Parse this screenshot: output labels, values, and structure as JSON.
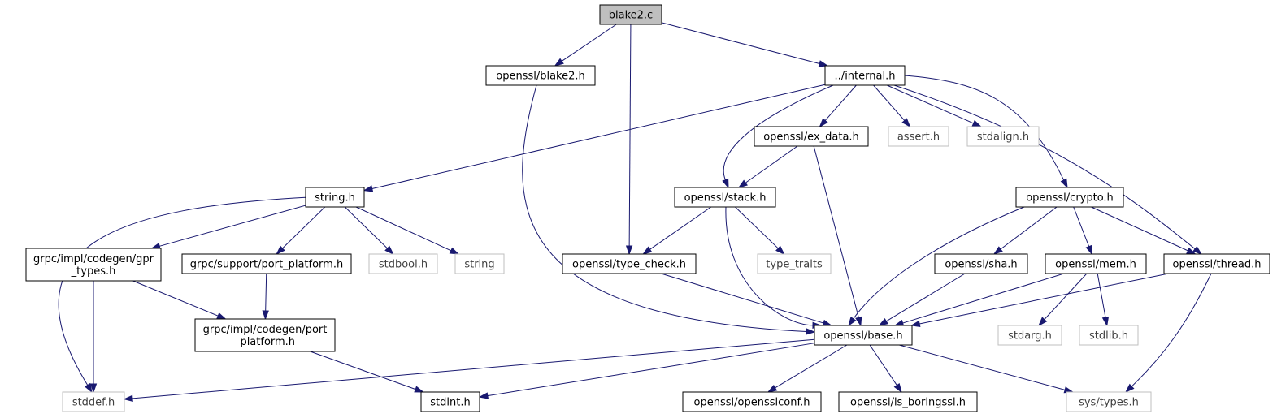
{
  "title": "blake2.c",
  "colors": {
    "edge": "#191970",
    "root_fill": "#bfbfbf",
    "solid_border": "#000000",
    "missing_border": "#bfbfbf",
    "missing_text": "#3f3f3f",
    "text": "#000000"
  },
  "nodes": [
    {
      "id": "blake2_c",
      "lines": [
        "blake2.c"
      ],
      "style": "root"
    },
    {
      "id": "openssl_blake2_h",
      "lines": [
        "openssl/blake2.h"
      ],
      "style": "solid"
    },
    {
      "id": "internal_h",
      "lines": [
        "../internal.h"
      ],
      "style": "solid"
    },
    {
      "id": "openssl_ex_data_h",
      "lines": [
        "openssl/ex_data.h"
      ],
      "style": "solid"
    },
    {
      "id": "assert_h",
      "lines": [
        "assert.h"
      ],
      "style": "missing"
    },
    {
      "id": "stdalign_h",
      "lines": [
        "stdalign.h"
      ],
      "style": "missing"
    },
    {
      "id": "string_h",
      "lines": [
        "string.h"
      ],
      "style": "solid"
    },
    {
      "id": "openssl_stack_h",
      "lines": [
        "openssl/stack.h"
      ],
      "style": "solid"
    },
    {
      "id": "openssl_crypto_h",
      "lines": [
        "openssl/crypto.h"
      ],
      "style": "solid"
    },
    {
      "id": "grpc_gpr_types_h",
      "lines": [
        "grpc/impl/codegen/gpr",
        "_types.h"
      ],
      "style": "solid"
    },
    {
      "id": "grpc_support_port_platform_h",
      "lines": [
        "grpc/support/port_platform.h"
      ],
      "style": "solid"
    },
    {
      "id": "stdbool_h",
      "lines": [
        "stdbool.h"
      ],
      "style": "missing"
    },
    {
      "id": "string",
      "lines": [
        "string"
      ],
      "style": "missing"
    },
    {
      "id": "openssl_type_check_h",
      "lines": [
        "openssl/type_check.h"
      ],
      "style": "solid"
    },
    {
      "id": "type_traits",
      "lines": [
        "type_traits"
      ],
      "style": "missing"
    },
    {
      "id": "openssl_sha_h",
      "lines": [
        "openssl/sha.h"
      ],
      "style": "solid"
    },
    {
      "id": "openssl_mem_h",
      "lines": [
        "openssl/mem.h"
      ],
      "style": "solid"
    },
    {
      "id": "openssl_thread_h",
      "lines": [
        "openssl/thread.h"
      ],
      "style": "solid"
    },
    {
      "id": "grpc_codegen_port_platform_h",
      "lines": [
        "grpc/impl/codegen/port",
        "_platform.h"
      ],
      "style": "solid"
    },
    {
      "id": "openssl_base_h",
      "lines": [
        "openssl/base.h"
      ],
      "style": "solid"
    },
    {
      "id": "stdarg_h",
      "lines": [
        "stdarg.h"
      ],
      "style": "missing"
    },
    {
      "id": "stdlib_h",
      "lines": [
        "stdlib.h"
      ],
      "style": "missing"
    },
    {
      "id": "stddef_h",
      "lines": [
        "stddef.h"
      ],
      "style": "missing"
    },
    {
      "id": "stdint_h",
      "lines": [
        "stdint.h"
      ],
      "style": "solid"
    },
    {
      "id": "openssl_opensslconf_h",
      "lines": [
        "openssl/opensslconf.h"
      ],
      "style": "solid"
    },
    {
      "id": "openssl_is_boringssl_h",
      "lines": [
        "openssl/is_boringssl.h"
      ],
      "style": "solid"
    },
    {
      "id": "sys_types_h",
      "lines": [
        "sys/types.h"
      ],
      "style": "missing"
    }
  ],
  "edges": [
    [
      "blake2_c",
      "openssl_blake2_h"
    ],
    [
      "blake2_c",
      "internal_h"
    ],
    [
      "blake2_c",
      "openssl_type_check_h"
    ],
    [
      "openssl_blake2_h",
      "openssl_base_h"
    ],
    [
      "internal_h",
      "string_h"
    ],
    [
      "internal_h",
      "openssl_stack_h"
    ],
    [
      "internal_h",
      "openssl_ex_data_h"
    ],
    [
      "internal_h",
      "assert_h"
    ],
    [
      "internal_h",
      "stdalign_h"
    ],
    [
      "internal_h",
      "openssl_crypto_h"
    ],
    [
      "internal_h",
      "openssl_thread_h"
    ],
    [
      "openssl_ex_data_h",
      "openssl_stack_h"
    ],
    [
      "openssl_ex_data_h",
      "openssl_base_h"
    ],
    [
      "string_h",
      "stddef_h"
    ],
    [
      "string_h",
      "grpc_gpr_types_h"
    ],
    [
      "string_h",
      "grpc_support_port_platform_h"
    ],
    [
      "string_h",
      "stdbool_h"
    ],
    [
      "string_h",
      "string"
    ],
    [
      "openssl_stack_h",
      "openssl_type_check_h"
    ],
    [
      "openssl_stack_h",
      "type_traits"
    ],
    [
      "openssl_stack_h",
      "openssl_base_h"
    ],
    [
      "openssl_crypto_h",
      "openssl_base_h"
    ],
    [
      "openssl_crypto_h",
      "openssl_sha_h"
    ],
    [
      "openssl_crypto_h",
      "openssl_mem_h"
    ],
    [
      "openssl_crypto_h",
      "openssl_thread_h"
    ],
    [
      "grpc_gpr_types_h",
      "stddef_h"
    ],
    [
      "grpc_gpr_types_h",
      "grpc_codegen_port_platform_h"
    ],
    [
      "grpc_support_port_platform_h",
      "grpc_codegen_port_platform_h"
    ],
    [
      "grpc_codegen_port_platform_h",
      "stdint_h"
    ],
    [
      "openssl_type_check_h",
      "openssl_base_h"
    ],
    [
      "openssl_sha_h",
      "openssl_base_h"
    ],
    [
      "openssl_mem_h",
      "openssl_base_h"
    ],
    [
      "openssl_mem_h",
      "stdarg_h"
    ],
    [
      "openssl_mem_h",
      "stdlib_h"
    ],
    [
      "openssl_thread_h",
      "openssl_base_h"
    ],
    [
      "openssl_thread_h",
      "sys_types_h"
    ],
    [
      "openssl_base_h",
      "stddef_h"
    ],
    [
      "openssl_base_h",
      "stdint_h"
    ],
    [
      "openssl_base_h",
      "openssl_opensslconf_h"
    ],
    [
      "openssl_base_h",
      "openssl_is_boringssl_h"
    ],
    [
      "openssl_base_h",
      "sys_types_h"
    ]
  ]
}
